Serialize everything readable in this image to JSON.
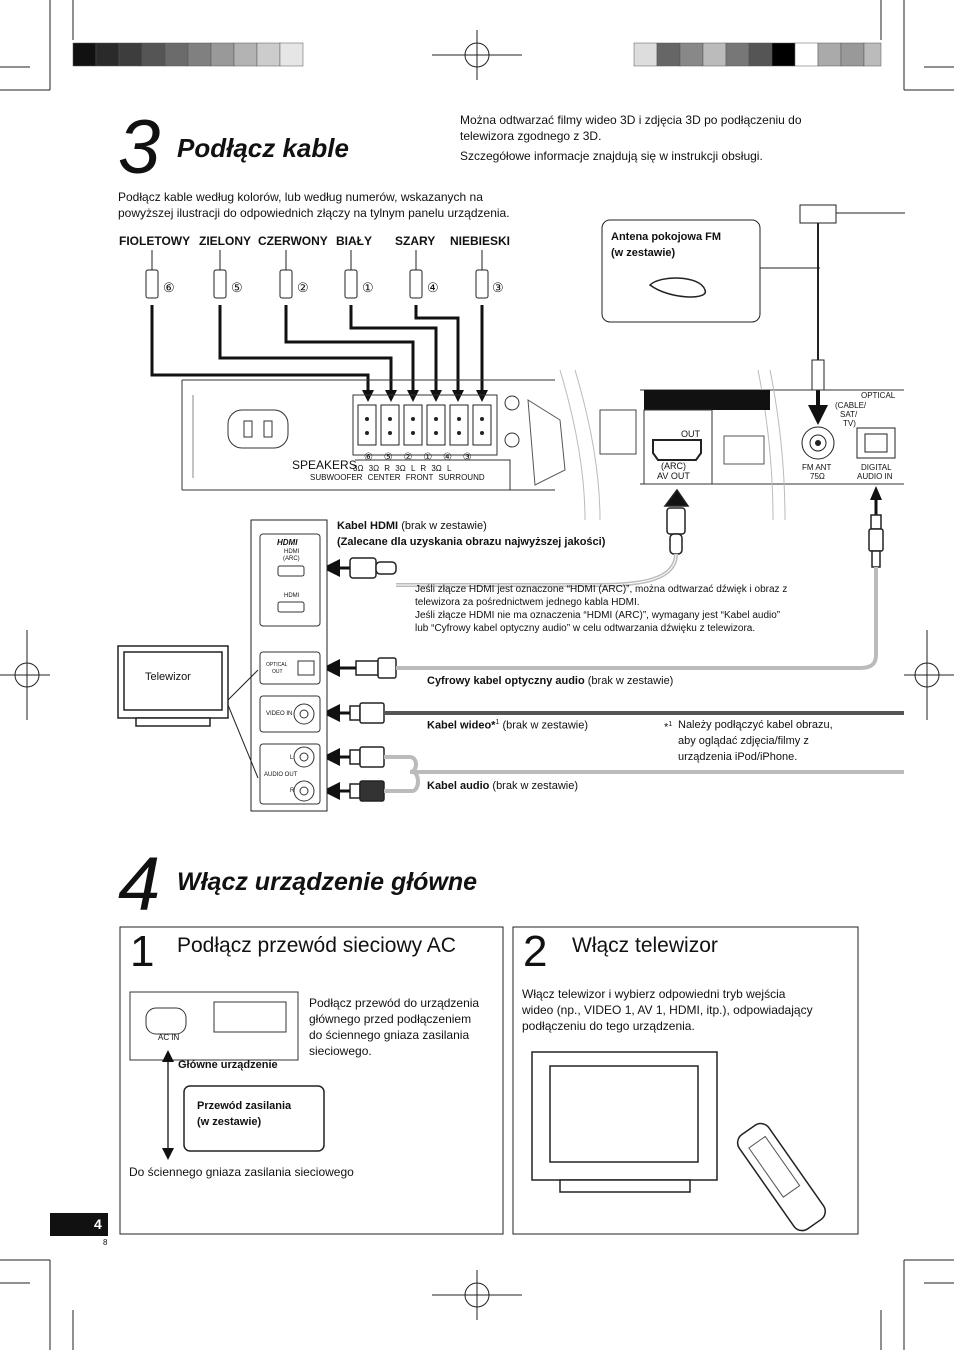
{
  "step3": {
    "number": "3",
    "title": "Podłącz kable",
    "intro_3d_1": "Można odtwarzać filmy wideo 3D i zdjęcia 3D po podłączeniu do",
    "intro_3d_2": "telewizora zgodnego z 3D.",
    "intro_3d_3": "Szczegółowe informacje znajdują się w instrukcji obsługi.",
    "instr_1": "Podłącz kable według kolorów, lub według numerów, wskazanych na",
    "instr_2": "powyższej ilustracji do odpowiednich złączy na tylnym panelu urządzenia.",
    "colors": [
      "FIOLETOWY",
      "ZIELONY",
      "CZERWONY",
      "BIAŁY",
      "SZARY",
      "NIEBIESKI"
    ],
    "plug_numbers": [
      "⑥",
      "⑤",
      "②",
      "①",
      "④",
      "③"
    ],
    "antenna_1": "Antena pokojowa FM",
    "antenna_2": "(w zestawie)",
    "speakers_label": "SPEAKERS",
    "speaker_nums": "⑥ ⑤ ② ① ④ ③",
    "ohm_row": "3Ω 3Ω R 3Ω L R 3Ω L",
    "speaker_groups": "SUBWOOFER CENTER FRONT SURROUND",
    "hdmi_port_1": "OUT",
    "hdmi_port_2": "(ARC)",
    "hdmi_port_3": "AV OUT",
    "fm_1": "FM ANT",
    "fm_2": "75Ω",
    "optical_1": "OPTICAL",
    "optical_2": "(CABLE/",
    "optical_3": "SAT/",
    "optical_4": "TV)",
    "digital_1": "DIGITAL",
    "digital_2": "AUDIO IN",
    "hdmi_cable_bold": "Kabel HDMI",
    "hdmi_cable_rest": "(brak w zestawie)",
    "hdmi_cable_note": "(Zalecane dla uzyskania obrazu najwyższej jakości)",
    "arc_1": "Jeśli złącze HDMI jest oznaczone “HDMI (ARC)”, można odtwarzać dźwięk i obraz z",
    "arc_2": "telewizora za pośrednictwem jednego kabla HDMI.",
    "arc_3": "Jeśli złącze HDMI nie ma oznaczenia “HDMI (ARC)”, wymagany jest “Kabel audio”",
    "arc_4": "lub “Cyfrowy kabel optyczny audio” w celu odtwarzania dźwięku z telewizora.",
    "tv_label": "Telewizor",
    "tv_hdmi_logo": "HDMI",
    "tv_hdmi_arc_1": "HDMI",
    "tv_hdmi_arc_2": "(ARC)",
    "tv_hdmi_2": "HDMI",
    "tv_optical_1": "OPTICAL",
    "tv_optical_2": "OUT",
    "tv_video_in": "VIDEO IN",
    "tv_audio_l": "L",
    "tv_audio_out": "AUDIO OUT",
    "tv_audio_r": "R",
    "optical_cable_bold": "Cyfrowy kabel optyczny audio",
    "optical_cable_rest": "(brak w zestawie)",
    "video_cable_bold": "Kabel wideo*",
    "video_cable_sup": "1",
    "video_cable_rest": "(brak w zestawie)",
    "footnote_mark": "*",
    "footnote_sup": "1",
    "footnote_1": "Należy podłączyć kabel obrazu,",
    "footnote_2": "aby oglądać zdjęcia/filmy z",
    "footnote_3": "urządzenia iPod/iPhone.",
    "audio_cable_bold": "Kabel audio",
    "audio_cable_rest": "(brak w zestawie)"
  },
  "step4": {
    "number": "4",
    "title": "Włącz urządzenie główne",
    "box1_num": "1",
    "box1_title": "Podłącz przewód sieciowy AC",
    "box1_text_1": "Podłącz przewód do urządzenia",
    "box1_text_2": "głównego przed podłączeniem",
    "box1_text_3": "do ściennego gniaza zasilania",
    "box1_text_4": "sieciowego.",
    "ac_in": "AC IN",
    "main_unit": "Główne urządzenie",
    "cord_1": "Przewód zasilania",
    "cord_2": "(w zestawie)",
    "wall": "Do ściennego gniaza zasilania sieciowego",
    "box2_num": "2",
    "box2_title": "Włącz telewizor",
    "box2_text_1": "Włącz telewizor i wybierz odpowiedni tryb wejścia",
    "box2_text_2": "wideo (np., VIDEO 1, AV 1, HDMI, itp.), odpowiadający",
    "box2_text_3": "podłączeniu do tego urządzenia."
  },
  "footer": {
    "page": "4",
    "sub": "8"
  }
}
